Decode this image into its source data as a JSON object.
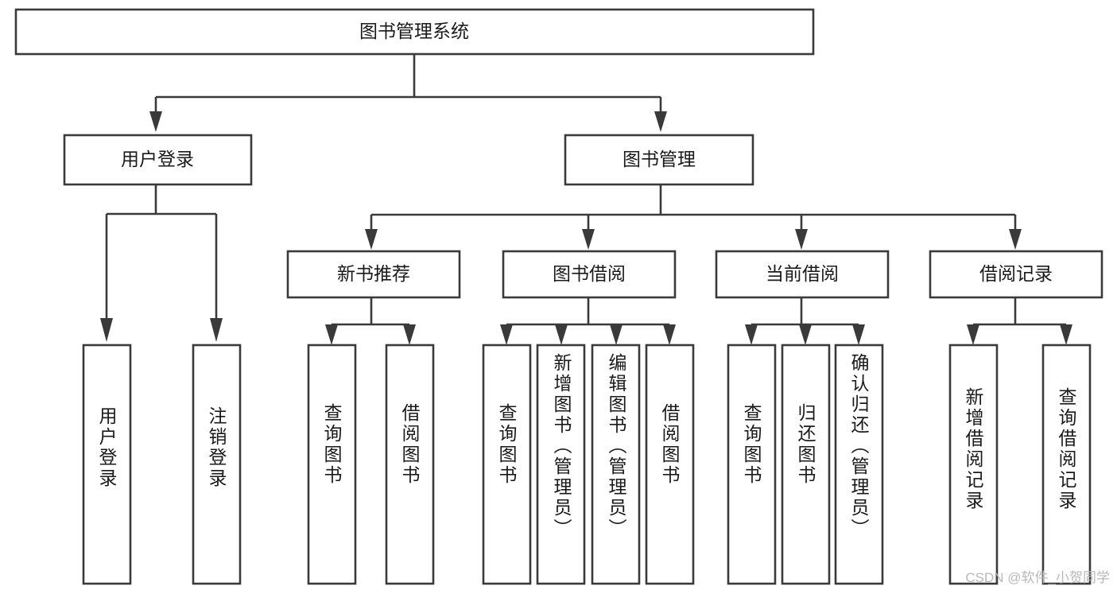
{
  "diagram": {
    "title": "图书管理系统",
    "type": "hierarchy-tree",
    "orientation": "top-down",
    "accent_color": "#3a3a3a",
    "background_color": "#ffffff",
    "levels": [
      {
        "level": 1,
        "nodes": [
          {
            "id": "root",
            "label": "图书管理系统",
            "text_orientation": "horizontal"
          }
        ]
      },
      {
        "level": 2,
        "nodes": [
          {
            "id": "login",
            "label": "用户登录",
            "text_orientation": "horizontal",
            "parent": "root"
          },
          {
            "id": "bookmgmt",
            "label": "图书管理",
            "text_orientation": "horizontal",
            "parent": "root"
          }
        ]
      },
      {
        "level": 3,
        "nodes": [
          {
            "id": "newbook",
            "label": "新书推荐",
            "text_orientation": "horizontal",
            "parent": "bookmgmt"
          },
          {
            "id": "borrow",
            "label": "图书借阅",
            "text_orientation": "horizontal",
            "parent": "bookmgmt"
          },
          {
            "id": "current",
            "label": "当前借阅",
            "text_orientation": "horizontal",
            "parent": "bookmgmt"
          },
          {
            "id": "records",
            "label": "借阅记录",
            "text_orientation": "horizontal",
            "parent": "bookmgmt"
          }
        ]
      },
      {
        "level": 4,
        "nodes": [
          {
            "id": "leaf-user-login",
            "label": "用户登录",
            "text_orientation": "vertical",
            "parent": "login"
          },
          {
            "id": "leaf-user-logout",
            "label": "注销登录",
            "text_orientation": "vertical",
            "parent": "login"
          },
          {
            "id": "leaf-query-book-1",
            "label": "查询图书",
            "text_orientation": "vertical",
            "parent": "newbook"
          },
          {
            "id": "leaf-borrow-book-1",
            "label": "借阅图书",
            "text_orientation": "vertical",
            "parent": "newbook"
          },
          {
            "id": "leaf-query-book-2",
            "label": "查询图书",
            "text_orientation": "vertical",
            "parent": "borrow"
          },
          {
            "id": "leaf-add-book",
            "label": "新增图书（管理员）",
            "text_orientation": "vertical",
            "parent": "borrow"
          },
          {
            "id": "leaf-edit-book",
            "label": "编辑图书（管理员）",
            "text_orientation": "vertical",
            "parent": "borrow"
          },
          {
            "id": "leaf-borrow-book-2",
            "label": "借阅图书",
            "text_orientation": "vertical",
            "parent": "borrow"
          },
          {
            "id": "leaf-query-book-3",
            "label": "查询图书",
            "text_orientation": "vertical",
            "parent": "current"
          },
          {
            "id": "leaf-return-book",
            "label": "归还图书",
            "text_orientation": "vertical",
            "parent": "current"
          },
          {
            "id": "leaf-confirm-return",
            "label": "确认归还（管理员）",
            "text_orientation": "vertical",
            "parent": "current"
          },
          {
            "id": "leaf-add-record",
            "label": "新增借阅记录",
            "text_orientation": "vertical",
            "parent": "records"
          },
          {
            "id": "leaf-query-record",
            "label": "查询借阅记录",
            "text_orientation": "vertical",
            "parent": "records"
          }
        ]
      }
    ]
  },
  "watermark": {
    "text": "CSDN @软件_小贺同学"
  }
}
